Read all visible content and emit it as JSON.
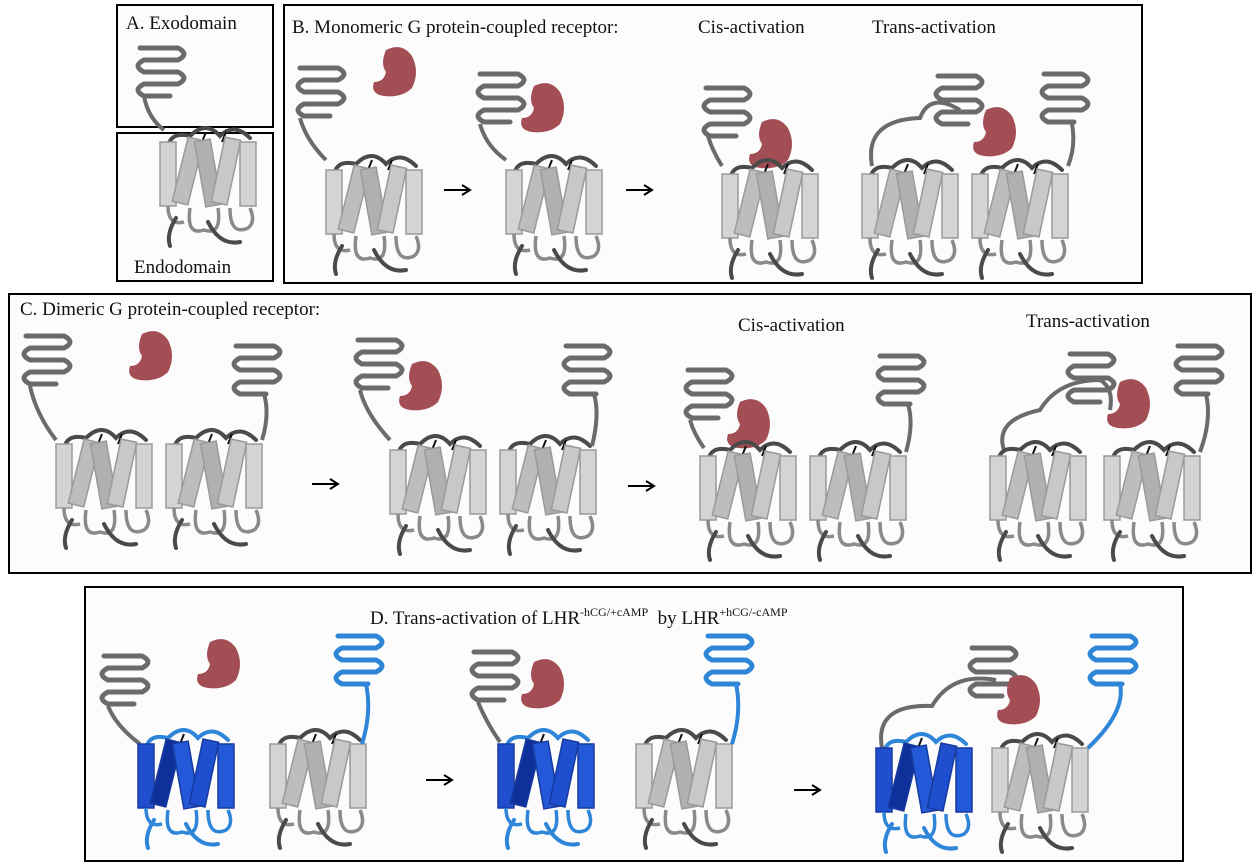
{
  "panelA": {
    "top_label": "A. Exodomain",
    "bottom_label": "Endodomain"
  },
  "panelB": {
    "title": "B. Monomeric G protein-coupled receptor:",
    "cis": "Cis-activation",
    "trans": "Trans-activation"
  },
  "panelC": {
    "title": "C. Dimeric G protein-coupled receptor:",
    "cis": "Cis-activation",
    "trans": "Trans-activation"
  },
  "panelD": {
    "title_prefix": "D.  Trans-activation of LHR",
    "sup1": "-hCG/+cAMP",
    "mid": "  by LHR",
    "sup2": "+hCG/-cAMP"
  },
  "colors": {
    "grey_coil": "#6b6b6b",
    "grey_helix": "#bdbdbd",
    "grey_helix_dark": "#a6a6a6",
    "blue_coil": "#2f86d8",
    "blue_helix": "#1f4fcf",
    "blue_helix_dark": "#0f2f9a",
    "hormone": "#a34e55",
    "arrow": "#000000"
  },
  "icons": [
    "hormone-blob-icon",
    "exodomain-coil-icon",
    "transmembrane-helix-icon",
    "arrow-right-icon"
  ]
}
